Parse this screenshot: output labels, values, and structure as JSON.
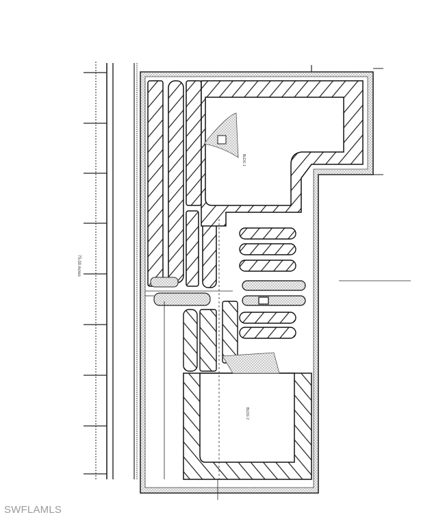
{
  "document": {
    "type": "site-plan",
    "road_label": "75.00 Acres",
    "building_labels": [
      "BLDG 1",
      "BLDG 2"
    ],
    "colors": {
      "ink": "#1a1a1a",
      "hatch": "#222222",
      "stipple": "#bdbdbd",
      "background": "#ffffff"
    }
  },
  "watermark": {
    "text": "SWFLAMLS",
    "color": "#9a9a9a"
  }
}
